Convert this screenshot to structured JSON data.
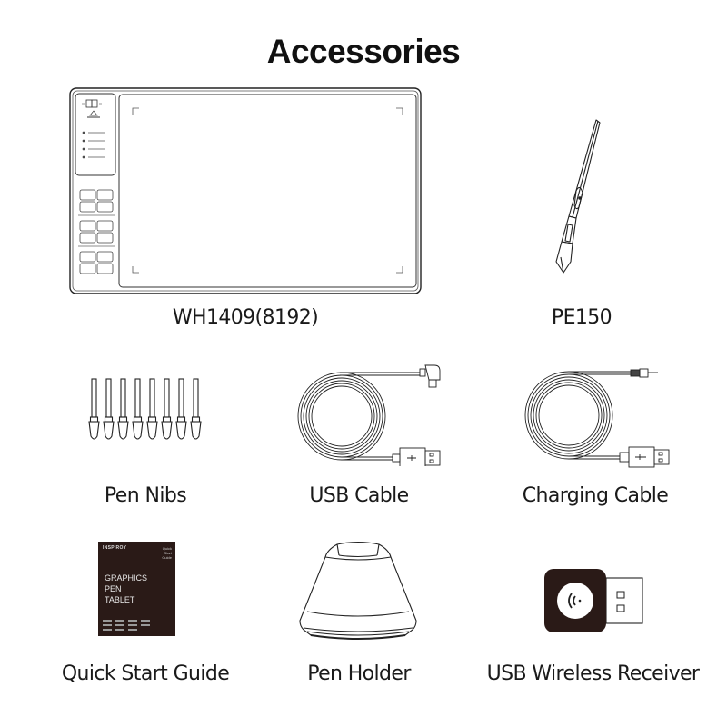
{
  "title": "Accessories",
  "items": [
    {
      "name": "tablet",
      "label": "WH1409(8192)"
    },
    {
      "name": "pen",
      "label": "PE150"
    },
    {
      "name": "pen-nibs",
      "label": "Pen Nibs",
      "count": 8
    },
    {
      "name": "usb-cable",
      "label": "USB Cable"
    },
    {
      "name": "charging-cable",
      "label": "Charging Cable"
    },
    {
      "name": "quick-start-guide",
      "label": "Quick Start Guide"
    },
    {
      "name": "pen-holder",
      "label": "Pen Holder"
    },
    {
      "name": "usb-wireless-receiver",
      "label": "USB Wireless Receiver"
    }
  ],
  "guide": {
    "brand": "INSPIROY",
    "corner_text": [
      "Quick",
      "Start",
      "Guide"
    ],
    "headline": [
      "GRAPHICS",
      "PEN",
      "TABLET"
    ]
  },
  "colors": {
    "line": "#1a1a1a",
    "guide_bg": "#2a1a17",
    "receiver_bg": "#2a1a17"
  }
}
